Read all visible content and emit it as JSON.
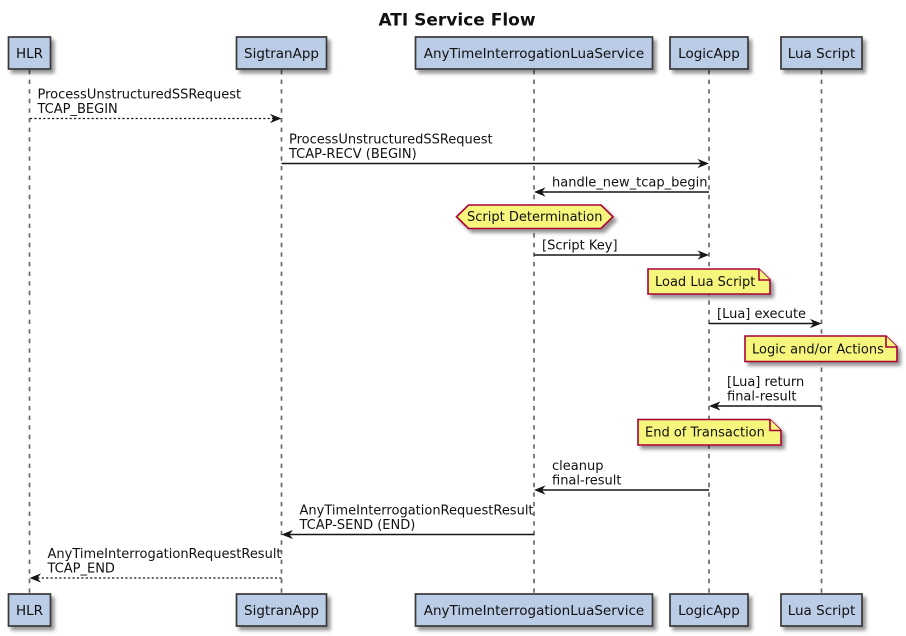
{
  "title": "ATI Service Flow",
  "colors": {
    "background": "#ffffff",
    "text": "#111111",
    "arrow": "#161616",
    "lifeline": "#696969",
    "participant_fill": "#bacce6",
    "participant_border": "#383838",
    "note_fill": "#f6f67d",
    "note_border": "#a80036"
  },
  "participants": [
    {
      "id": "hlr",
      "label": "HLR"
    },
    {
      "id": "sigtranapp",
      "label": "SigtranApp"
    },
    {
      "id": "anytimeinterrogationluaservice",
      "label": "AnyTimeInterrogationLuaService"
    },
    {
      "id": "logicapp",
      "label": "LogicApp"
    },
    {
      "id": "luascript",
      "label": "Lua Script"
    }
  ],
  "messages": [
    {
      "from": "HLR",
      "to": "SigtranApp",
      "style": "dotted",
      "lines": [
        "ProcessUnstructuredSSRequest",
        "TCAP_BEGIN"
      ]
    },
    {
      "from": "SigtranApp",
      "to": "LogicApp",
      "style": "solid",
      "lines": [
        "ProcessUnstructuredSSRequest",
        "TCAP-RECV (BEGIN)"
      ]
    },
    {
      "from": "LogicApp",
      "to": "AnyTimeInterrogationLuaService",
      "style": "solid",
      "lines": [
        "handle_new_tcap_begin"
      ]
    },
    {
      "from": "AnyTimeInterrogationLuaService",
      "to": "LogicApp",
      "style": "solid",
      "lines": [
        "[Script Key]"
      ]
    },
    {
      "from": "LogicApp",
      "to": "Lua Script",
      "style": "solid",
      "lines": [
        "[Lua] execute"
      ]
    },
    {
      "from": "Lua Script",
      "to": "LogicApp",
      "style": "solid",
      "lines": [
        "[Lua] return",
        "final-result"
      ]
    },
    {
      "from": "LogicApp",
      "to": "AnyTimeInterrogationLuaService",
      "style": "solid",
      "lines": [
        "cleanup",
        "final-result"
      ]
    },
    {
      "from": "AnyTimeInterrogationLuaService",
      "to": "SigtranApp",
      "style": "solid",
      "lines": [
        "AnyTimeInterrogationRequestResult",
        "TCAP-SEND (END)"
      ]
    },
    {
      "from": "SigtranApp",
      "to": "HLR",
      "style": "dotted",
      "lines": [
        "AnyTimeInterrogationRequestResult",
        "TCAP_END"
      ]
    }
  ],
  "notes": [
    {
      "shape": "hexagon",
      "over": "AnyTimeInterrogationLuaService",
      "text": "Script Determination"
    },
    {
      "shape": "note",
      "over": "LogicApp",
      "text": "Load Lua Script"
    },
    {
      "shape": "note",
      "over": "Lua Script",
      "text": "Logic and/or Actions"
    },
    {
      "shape": "note",
      "over": "LogicApp",
      "text": "End of Transaction"
    }
  ]
}
